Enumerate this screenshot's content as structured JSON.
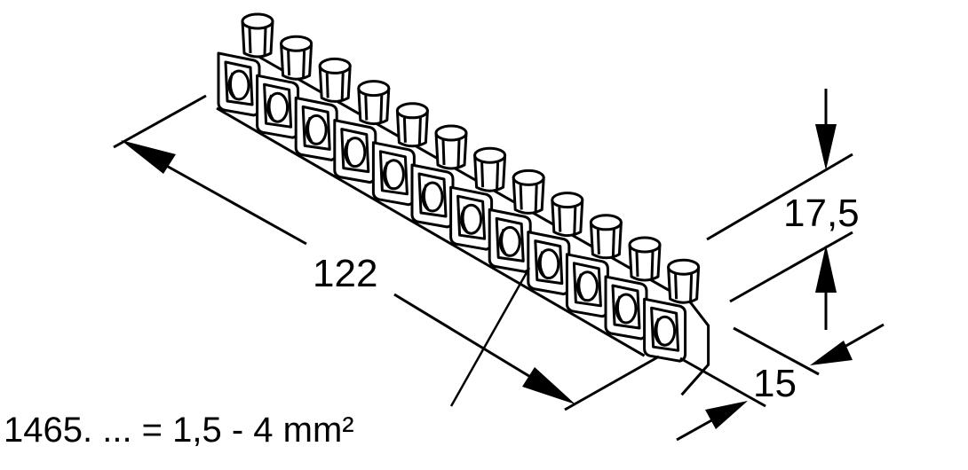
{
  "dimensions": {
    "length": "122",
    "height": "17,5",
    "depth": "15"
  },
  "note": "1465. ... = 1,5 - 4 mm²",
  "terminal_count": 12,
  "colors": {
    "line": "#000000",
    "background": "#ffffff"
  }
}
